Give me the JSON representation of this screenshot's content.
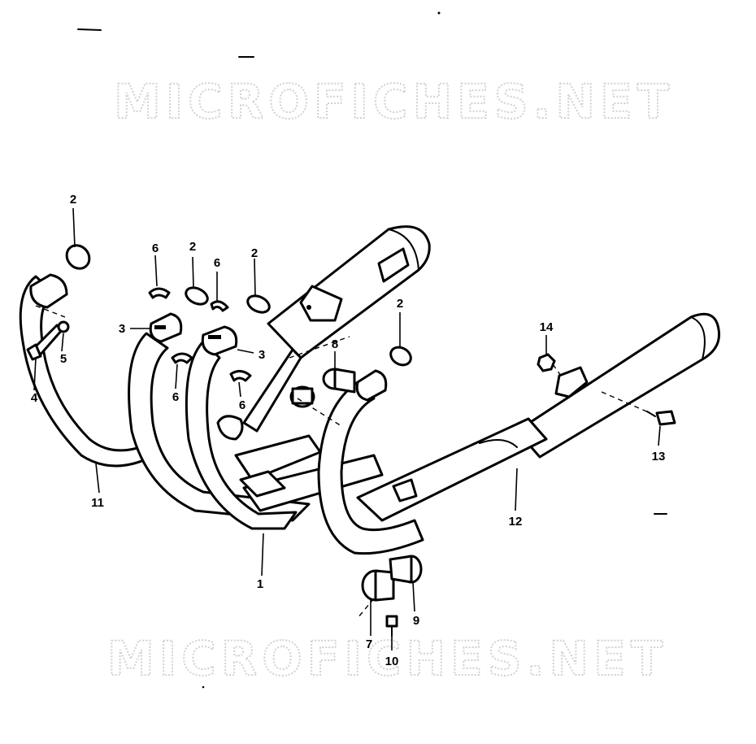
{
  "watermark_top": "MICROFICHES.NET",
  "watermark_bottom": "MICROFICHES.NET",
  "callouts": {
    "c2a": "2",
    "c2b": "2",
    "c2c": "2",
    "c2d": "2",
    "c6a": "6",
    "c6b": "6",
    "c6c": "6",
    "c6d": "6",
    "c3a": "3",
    "c3b": "3",
    "c4": "4",
    "c5": "5",
    "c11": "11",
    "c1": "1",
    "c8": "8",
    "c14": "14",
    "c13": "13",
    "c12": "12",
    "c7": "7",
    "c9": "9",
    "c10": "10"
  }
}
